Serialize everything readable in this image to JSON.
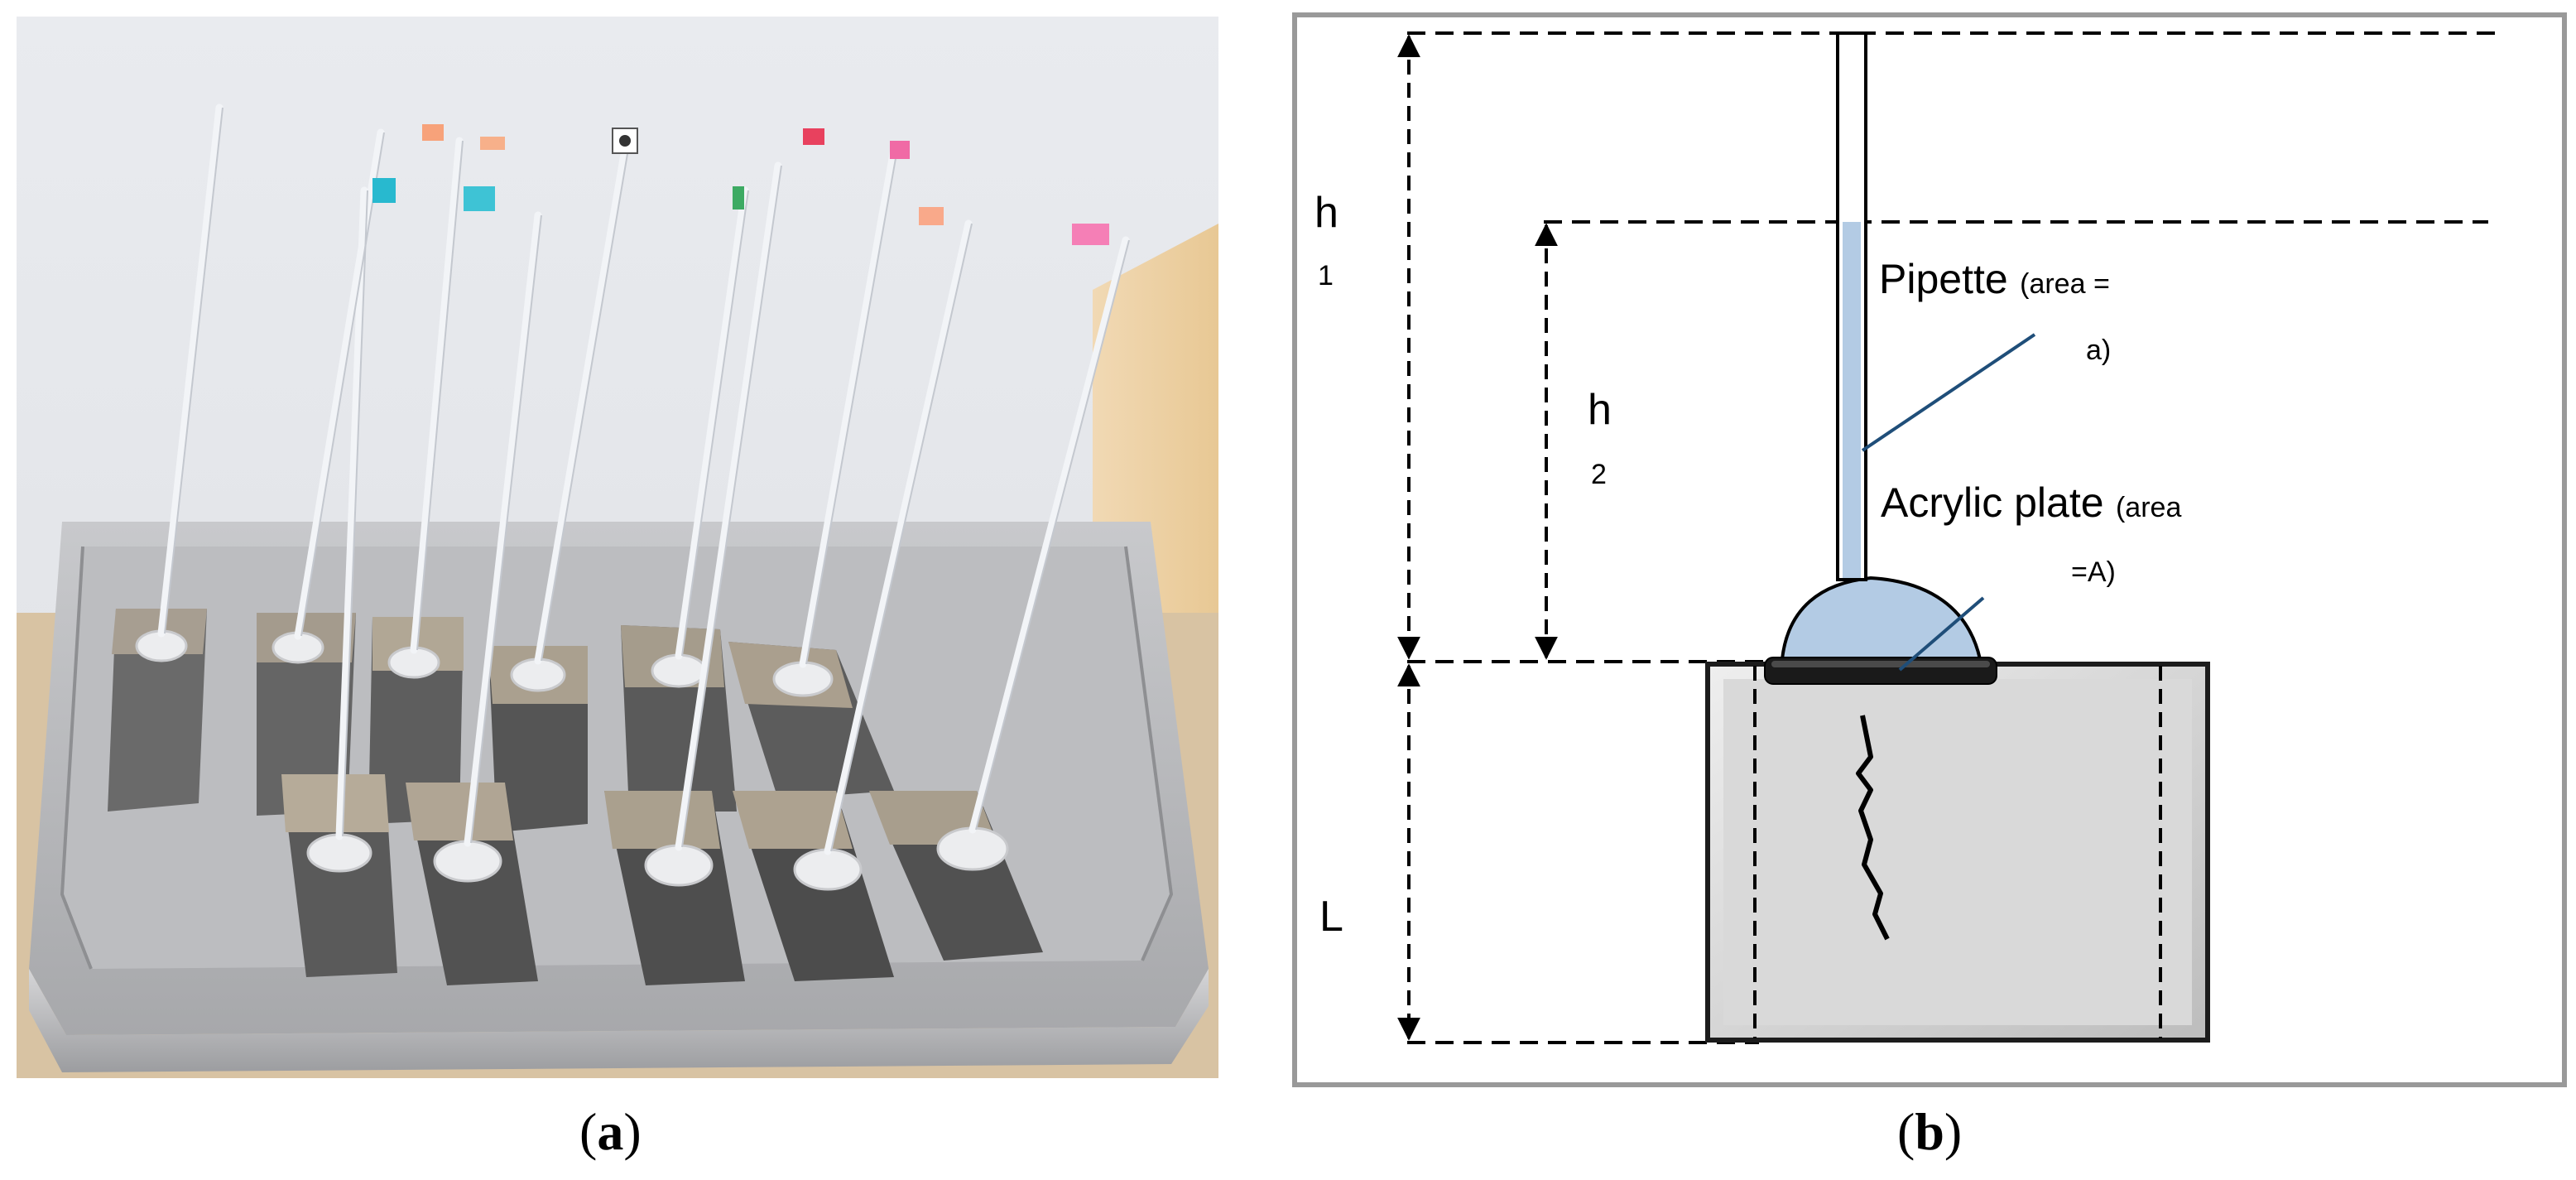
{
  "panel_a": {
    "caption_open": "(",
    "caption_letter": "a",
    "caption_close": ")"
  },
  "panel_b": {
    "caption_open": "(",
    "caption_letter": "b",
    "caption_close": ")",
    "labels": {
      "h1_main": "h",
      "h1_sub": "1",
      "h2_main": "h",
      "h2_sub": "2",
      "L": "L",
      "pipette": "Pipette",
      "pipette_area_1": "(area =",
      "pipette_area_2": "a)",
      "plate": "Acrylic plate",
      "plate_area_1": "(area",
      "plate_area_2": "=A)"
    }
  },
  "colors": {
    "water": "#b3cbe4",
    "specimen": "#d9d9d9",
    "plate": "#1a1a1a",
    "frame": "#999999",
    "leader": "#1f4e79"
  }
}
